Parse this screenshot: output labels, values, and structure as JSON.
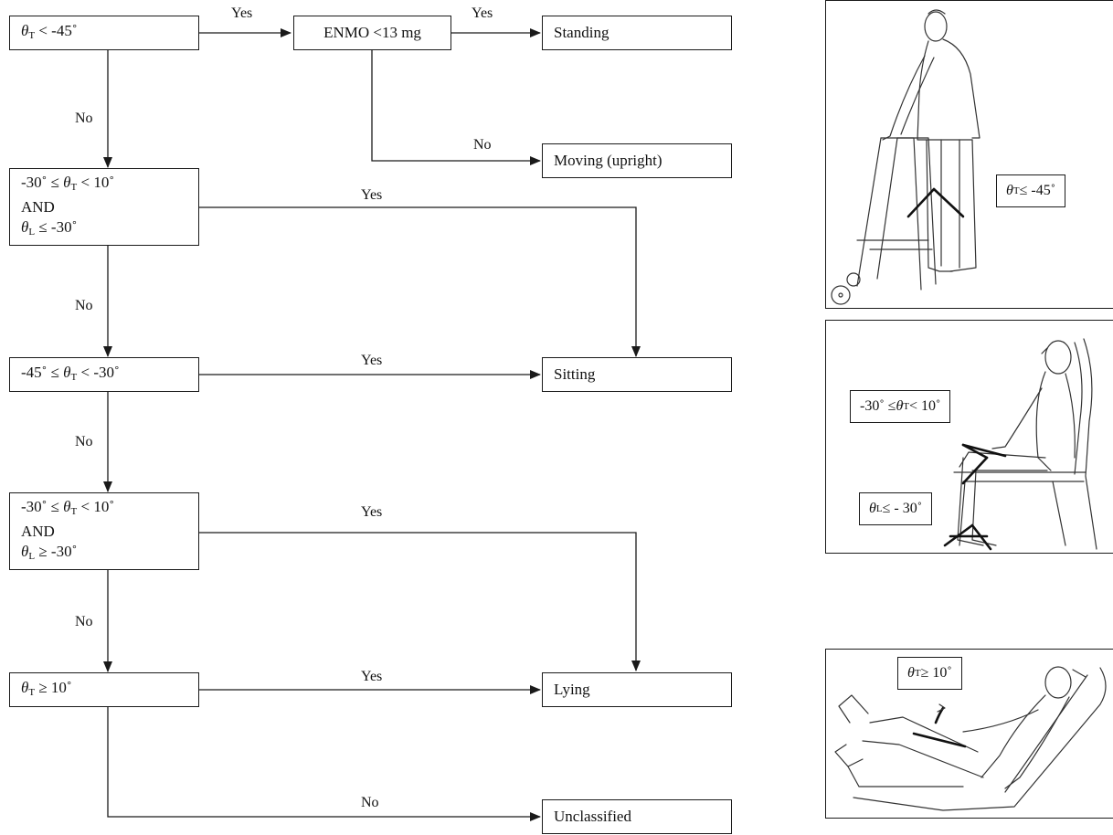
{
  "flowchart": {
    "conditions": {
      "c1": {
        "sym": "θ",
        "sub": "T",
        "rest": " < -45˚"
      },
      "c2": {
        "line1": {
          "pre": "-30˚ ≤ ",
          "sym": "θ",
          "sub": "T",
          "rest": " < 10˚"
        },
        "line2": "AND",
        "line3": {
          "sym": "θ",
          "sub": "L",
          "rest": " ≤ -30˚"
        }
      },
      "c3": {
        "pre": "-45˚ ≤ ",
        "sym": "θ",
        "sub": "T",
        "rest": " < -30˚"
      },
      "c4": {
        "line1": {
          "pre": "-30˚ ≤ ",
          "sym": "θ",
          "sub": "T",
          "rest": " < 10˚"
        },
        "line2": "AND",
        "line3": {
          "sym": "θ",
          "sub": "L",
          "rest": " ≥ -30˚"
        }
      },
      "c5": {
        "sym": "θ",
        "sub": "T",
        "rest": " ≥ 10˚"
      },
      "enmo": "ENMO <13 mg"
    },
    "outcomes": {
      "standing": "Standing",
      "moving": "Moving (upright)",
      "sitting": "Sitting",
      "lying": "Lying",
      "unclassified": "Unclassified"
    },
    "edge_labels": {
      "yes": "Yes",
      "no": "No"
    }
  },
  "illustrations": {
    "standing_tag": {
      "sym": "θ",
      "sub": "T",
      "rest": " ≤ -45˚"
    },
    "sitting_tag_top": {
      "pre": "-30˚ ≤ ",
      "sym": "θ",
      "sub": "T",
      "rest": " < 10˚"
    },
    "sitting_tag_bottom": {
      "sym": "θ",
      "sub": "L",
      "rest": " ≤ - 30˚"
    },
    "lying_tag": {
      "sym": "θ",
      "sub": "T",
      "rest": " ≥ 10˚"
    }
  }
}
